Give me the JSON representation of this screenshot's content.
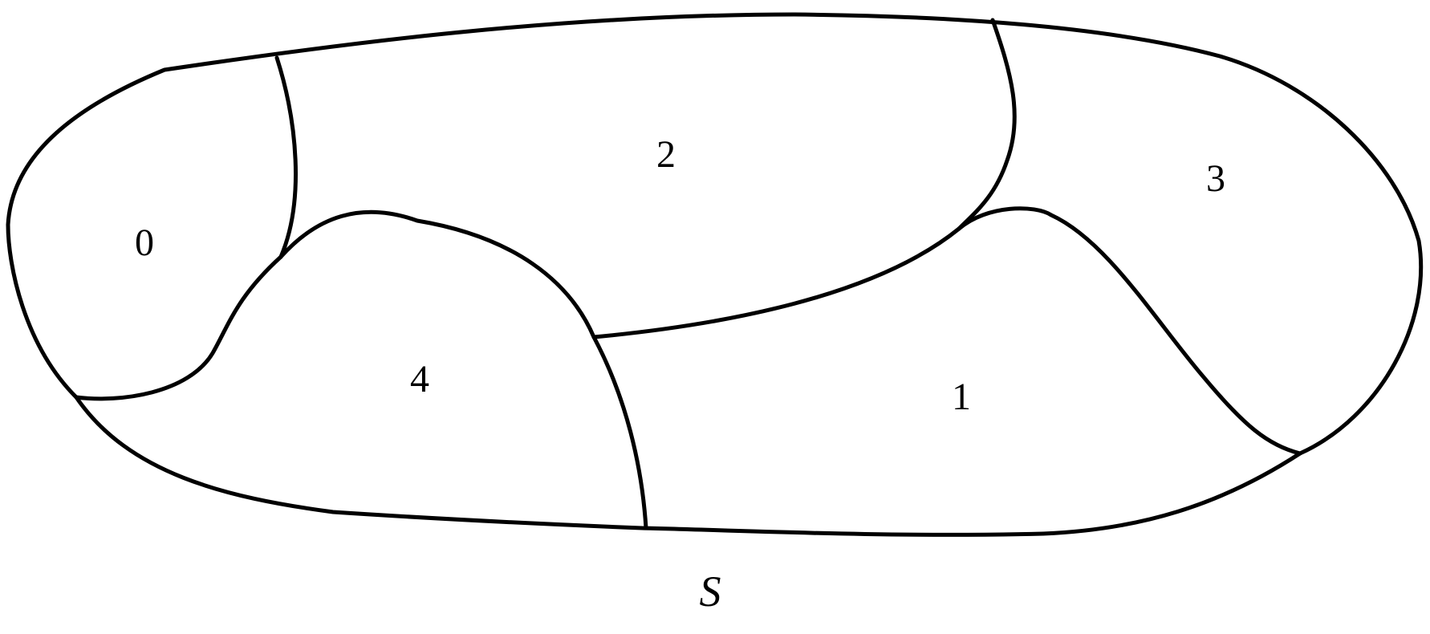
{
  "diagram": {
    "set_label": "S",
    "regions": [
      {
        "id": "region-0",
        "label": "0"
      },
      {
        "id": "region-1",
        "label": "1"
      },
      {
        "id": "region-2",
        "label": "2"
      },
      {
        "id": "region-3",
        "label": "3"
      },
      {
        "id": "region-4",
        "label": "4"
      }
    ],
    "line_color": "#000000",
    "background_color": "#ffffff"
  }
}
